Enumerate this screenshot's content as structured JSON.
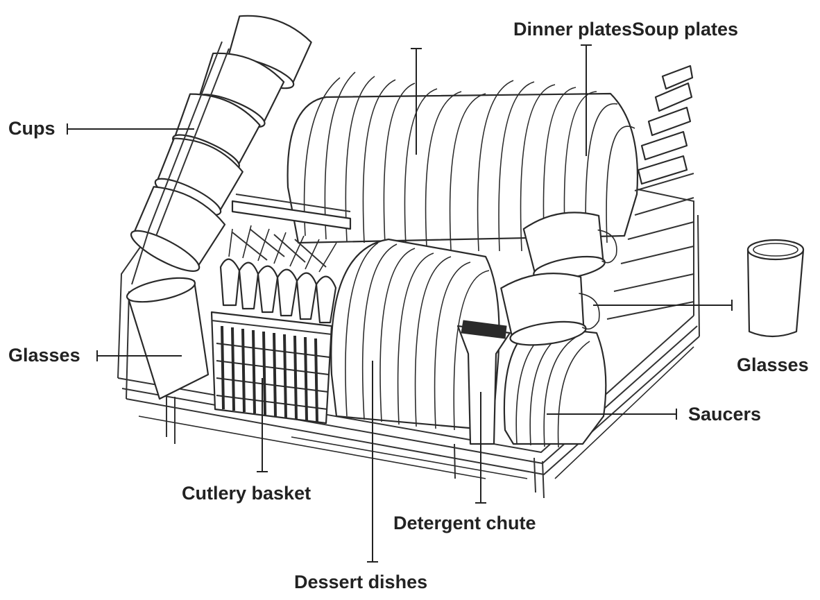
{
  "labels": {
    "cups": "Cups",
    "dinner_soup_plates": "Dinner platesSoup plates",
    "glasses_left": "Glasses",
    "glasses_right": "Glasses",
    "saucers": "Saucers",
    "cutlery_basket": "Cutlery basket",
    "detergent_chute": "Detergent chute",
    "dessert_dishes": "Dessert dishes"
  },
  "icons": {
    "rack": "dishwasher-rack-illustration",
    "glass": "drinking-glass-icon"
  },
  "colors": {
    "ink": "#222222",
    "background": "#ffffff"
  }
}
